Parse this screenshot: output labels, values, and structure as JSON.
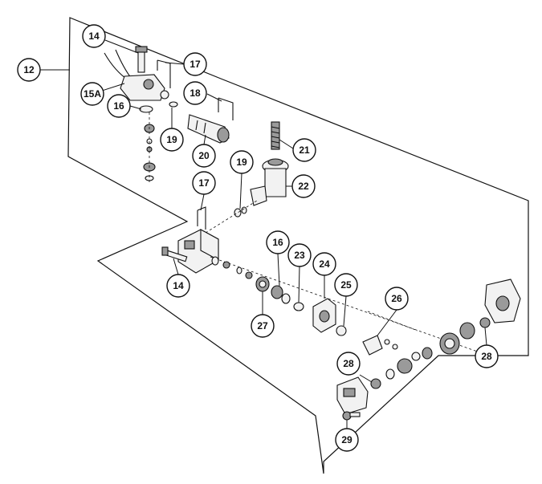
{
  "diagram": {
    "callouts": [
      {
        "id": "c12",
        "label": "12"
      },
      {
        "id": "c14a",
        "label": "14"
      },
      {
        "id": "c15a",
        "label": "15A"
      },
      {
        "id": "c16a",
        "label": "16"
      },
      {
        "id": "c17a",
        "label": "17"
      },
      {
        "id": "c18",
        "label": "18"
      },
      {
        "id": "c19a",
        "label": "19"
      },
      {
        "id": "c20",
        "label": "20"
      },
      {
        "id": "c21",
        "label": "21"
      },
      {
        "id": "c19b",
        "label": "19"
      },
      {
        "id": "c22",
        "label": "22"
      },
      {
        "id": "c17b",
        "label": "17"
      },
      {
        "id": "c14b",
        "label": "14"
      },
      {
        "id": "c16b",
        "label": "16"
      },
      {
        "id": "c23",
        "label": "23"
      },
      {
        "id": "c24",
        "label": "24"
      },
      {
        "id": "c25",
        "label": "25"
      },
      {
        "id": "c26",
        "label": "26"
      },
      {
        "id": "c27",
        "label": "27"
      },
      {
        "id": "c28a",
        "label": "28"
      },
      {
        "id": "c28b",
        "label": "28"
      },
      {
        "id": "c29",
        "label": "29"
      }
    ]
  }
}
